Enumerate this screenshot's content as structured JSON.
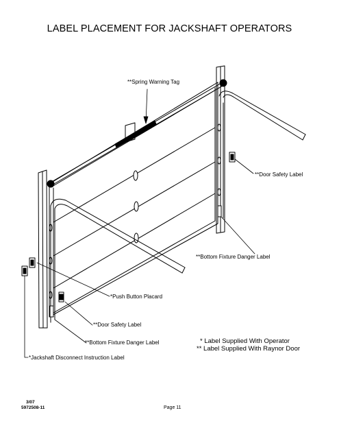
{
  "title": "LABEL PLACEMENT FOR JACKSHAFT OPERATORS",
  "labels": {
    "spring_warning": "**Spring Warning Tag",
    "door_safety_right": "**Door Safety Label",
    "bottom_fixture_right": "**Bottom Fixture Danger Label",
    "push_button": "*Push Button Placard",
    "door_safety_left": "**Door Safety Label",
    "bottom_fixture_left": "**Bottom Fixture Danger Label",
    "jackshaft_disconnect": "*Jackshaft Disconnect Instruction Label"
  },
  "legend": {
    "operator": "* Label Supplied With Operator",
    "door": "** Label Supplied With Raynor Door"
  },
  "footer": {
    "date": "3/07",
    "doc_number": "5972508-11",
    "page": "Page 11"
  }
}
